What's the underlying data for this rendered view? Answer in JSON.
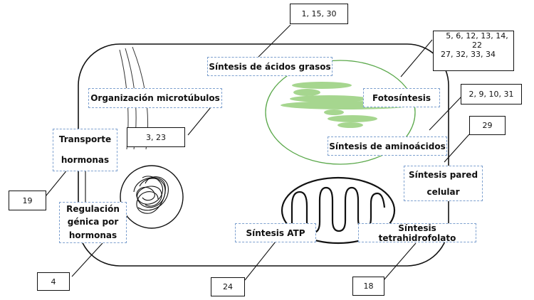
{
  "labels": {
    "fatty_acids": "Síntesis de ácidos grasos",
    "microtubules": "Organización microtúbulos",
    "photosynthesis": "Fotosíntesis",
    "amino_acids": "Síntesis de aminoácidos",
    "hormone_transport": [
      "Transporte",
      "hormonas"
    ],
    "cell_wall": [
      "Síntesis pared",
      "celular"
    ],
    "gene_regulation": [
      "Regulación",
      "génica por",
      "hormonas"
    ],
    "atp": "Síntesis ATP",
    "thf": "Síntesis tetrahidrofolato"
  },
  "references": {
    "fatty_acids": "1, 15, 30",
    "photosynthesis": [
      "5, 6, 12, 13, 14, 22",
      "27, 32, 33, 34"
    ],
    "amino_acids": "2, 9, 10, 31",
    "microtubules": "3, 23",
    "cell_wall": "29",
    "hormone_transport": "19",
    "gene_regulation": "4",
    "atp": "24",
    "thf": "18"
  },
  "colors": {
    "chloroplast_outline": "#5aa84a",
    "thylakoid": "#a6d68f",
    "label_border": "#7da0cf",
    "line": "#111111"
  }
}
